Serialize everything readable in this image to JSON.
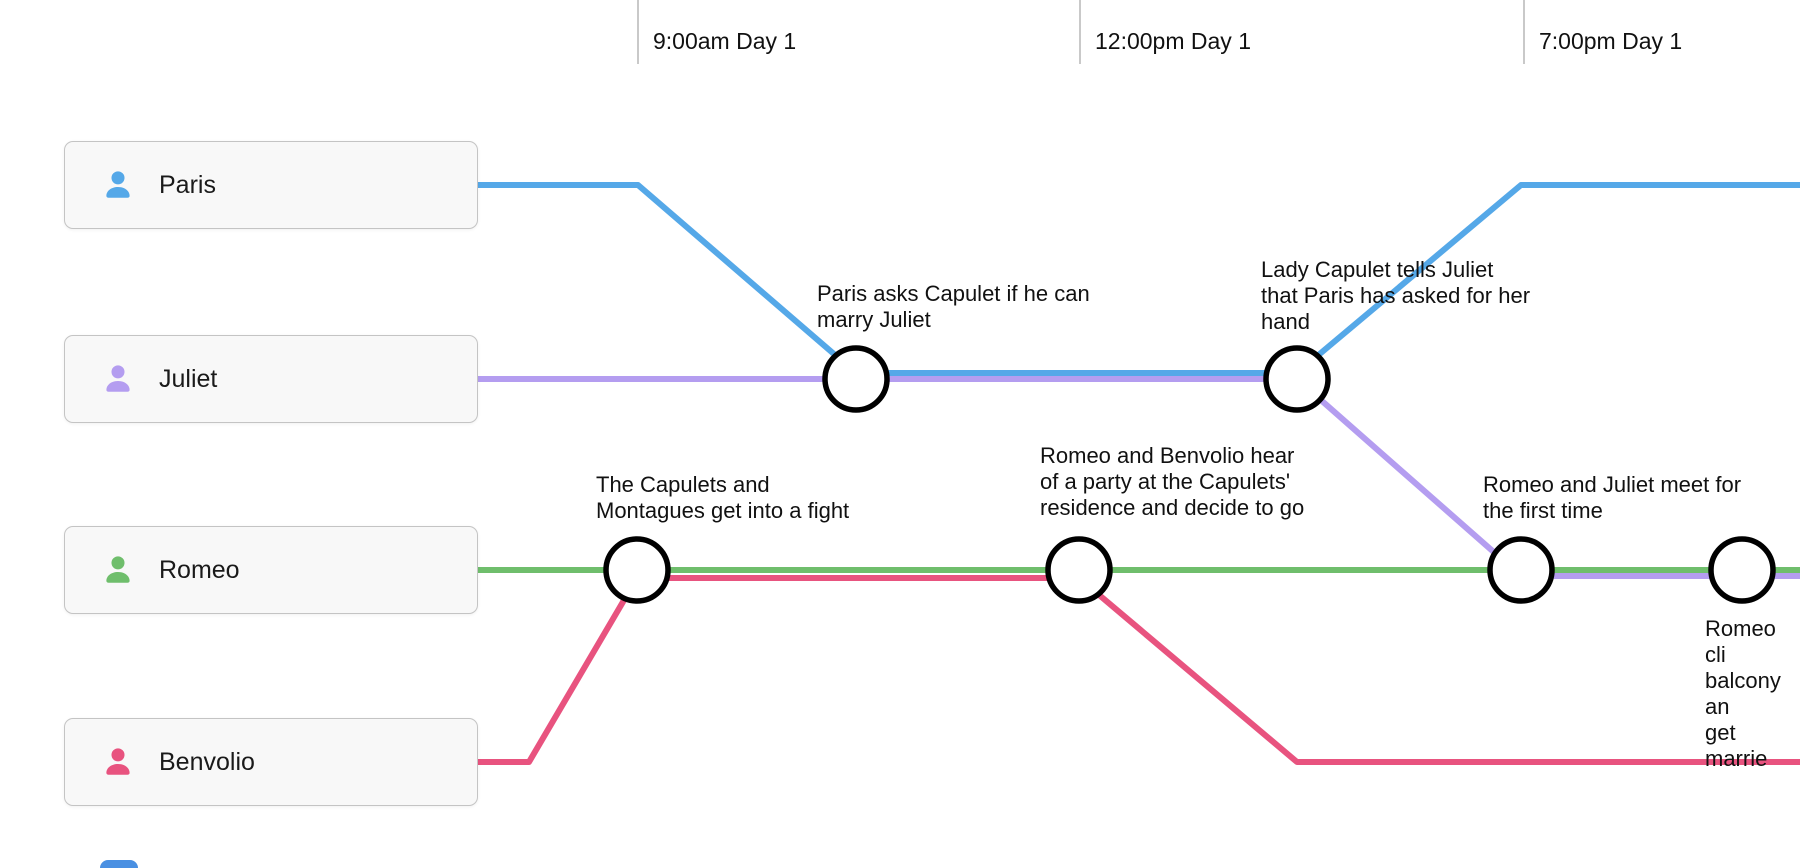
{
  "timeline": {
    "ticks": [
      {
        "label": "9:00am Day 1"
      },
      {
        "label": "12:00pm Day 1"
      },
      {
        "label": "7:00pm Day 1"
      }
    ]
  },
  "characters": [
    {
      "name": "Paris",
      "color": "#55a8e8"
    },
    {
      "name": "Juliet",
      "color": "#b49df0"
    },
    {
      "name": "Romeo",
      "color": "#6fbe6c"
    },
    {
      "name": "Benvolio",
      "color": "#e8537f"
    }
  ],
  "events": [
    {
      "label": "Paris asks Capulet if he can\nmarry Juliet"
    },
    {
      "label": "Lady Capulet tells Juliet\nthat Paris has asked for her\nhand"
    },
    {
      "label": "The Capulets and\nMontagues get into a fight"
    },
    {
      "label": "Romeo and Benvolio hear\nof a party at the Capulets'\nresidence and decide to go"
    },
    {
      "label": "Romeo and Juliet meet for\nthe first time"
    },
    {
      "label": "Romeo cli\nbalcony an\nget marrie"
    }
  ],
  "misc": {
    "scrollbar_color": "#4a90e2"
  }
}
